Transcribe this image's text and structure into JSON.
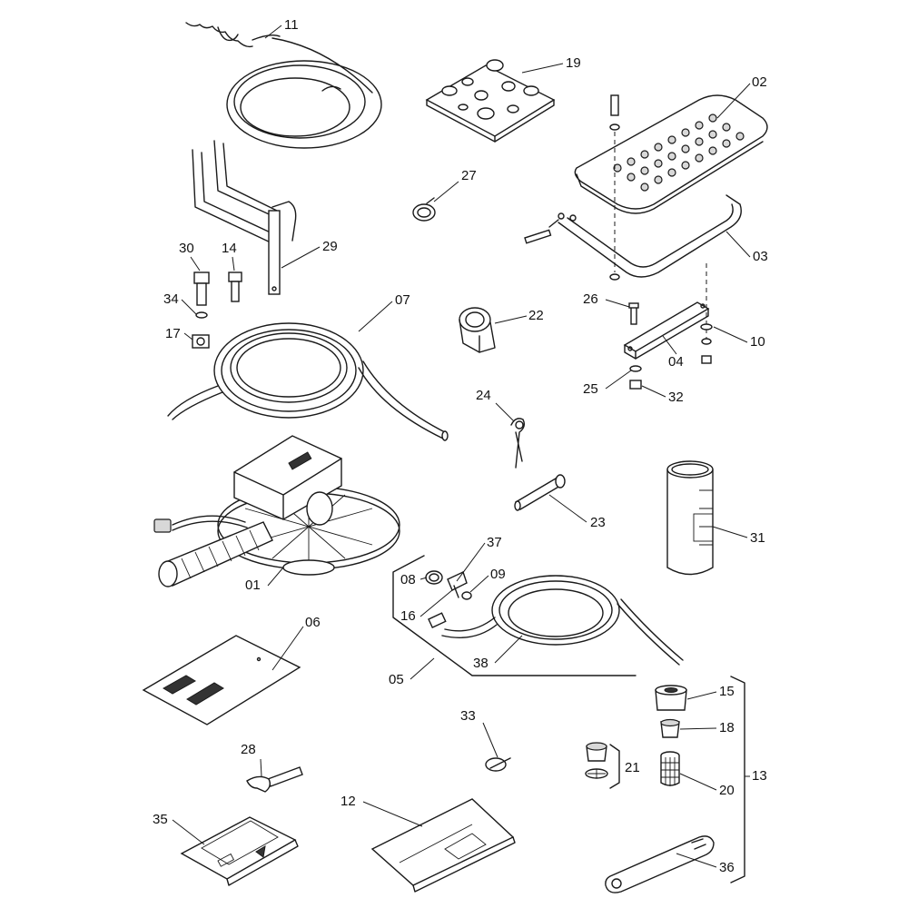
{
  "callouts": {
    "c01": "01",
    "c02": "02",
    "c03": "03",
    "c04": "04",
    "c05": "05",
    "c06": "06",
    "c07": "07",
    "c08": "08",
    "c09": "09",
    "c10": "10",
    "c11": "11",
    "c12": "12",
    "c13": "13",
    "c14": "14",
    "c15": "15",
    "c16": "16",
    "c17": "17",
    "c18": "18",
    "c19": "19",
    "c20": "20",
    "c21": "21",
    "c22": "22",
    "c23": "23",
    "c24": "24",
    "c25": "25",
    "c26": "26",
    "c27": "27",
    "c28": "28",
    "c29": "29",
    "c30": "30",
    "c31": "31",
    "c32": "32",
    "c33": "33",
    "c34": "34",
    "c35": "35",
    "c36": "36",
    "c37": "37",
    "c38": "38"
  },
  "colors": {
    "line": "#1a1a1a",
    "background": "#ffffff",
    "shade": "#d8d8d8"
  }
}
